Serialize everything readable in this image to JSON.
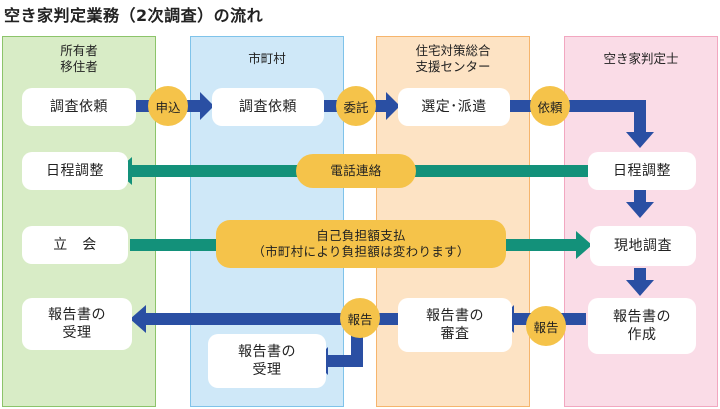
{
  "title": "空き家判定業務（2次調査）の流れ",
  "columns": {
    "resident": {
      "line1": "所有者",
      "line2": "移住者"
    },
    "city": {
      "line1": "市町村"
    },
    "center": {
      "line1": "住宅対策総合",
      "line2": "支援センター"
    },
    "judge": {
      "line1": "空き家判定士"
    }
  },
  "boxes": {
    "resident_request": "調査依頼",
    "city_request": "調査依頼",
    "center_select": "選定･派遣",
    "resident_schedule": "日程調整",
    "judge_schedule": "日程調整",
    "resident_attend": "立　会",
    "judge_survey": "現地調査",
    "resident_report_1": "報告書の",
    "resident_report_2": "受理",
    "city_report_1": "報告書の",
    "city_report_2": "受理",
    "center_review_1": "報告書の",
    "center_review_2": "審査",
    "judge_create_1": "報告書の",
    "judge_create_2": "作成"
  },
  "labels": {
    "apply": "申込",
    "entrust": "委託",
    "request": "依頼",
    "phone": "電話連絡",
    "payment_1": "自己負担額支払",
    "payment_2": "（市町村により負担額は変わります）",
    "report_center": "報告",
    "report_judge": "報告"
  },
  "colors": {
    "resident_bg": "#d8ecc6",
    "resident_border": "#8cc46a",
    "city_bg": "#cfe8f8",
    "city_border": "#7fc3ea",
    "center_bg": "#fde3c4",
    "center_border": "#f6b56d",
    "judge_bg": "#fadce7",
    "judge_border": "#f2a7c0",
    "blue_arrow": "#2a4fa3",
    "green_arrow": "#13917a",
    "pill": "#f5c34a"
  }
}
